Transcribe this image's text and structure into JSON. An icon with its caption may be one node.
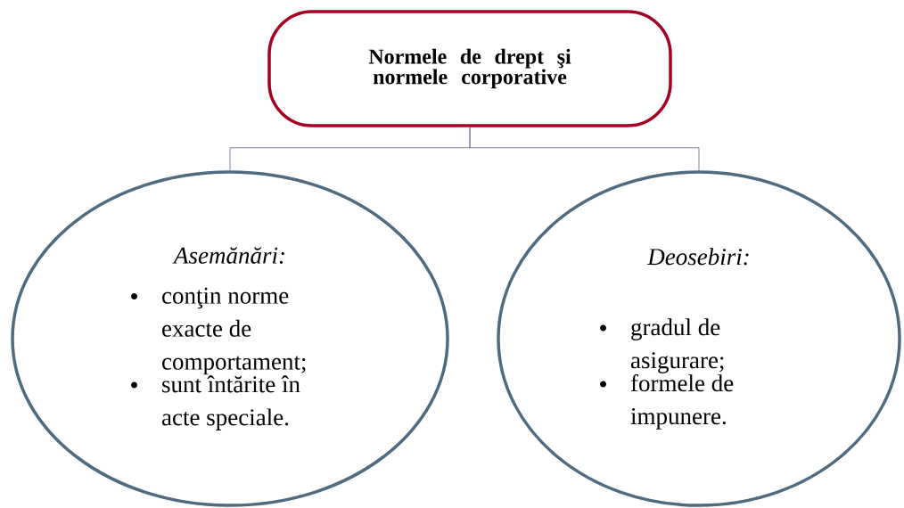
{
  "diagram": {
    "nodes": [
      {
        "text": [
          "Normele de drept şi normele corporative"
        ]
      },
      {
        "text": [
          "Asemănări:",
          "conţin norme exacte de comportament;",
          "sunt întărite în acte  speciale."
        ]
      },
      {
        "text": [
          "Deosebiri:",
          "gradul de asigurare;",
          "formele de impunere."
        ]
      }
    ],
    "edges": [
      {
        "from": 0,
        "to": 1,
        "arrow": "none"
      },
      {
        "from": 0,
        "to": 2,
        "arrow": "none"
      }
    ]
  }
}
